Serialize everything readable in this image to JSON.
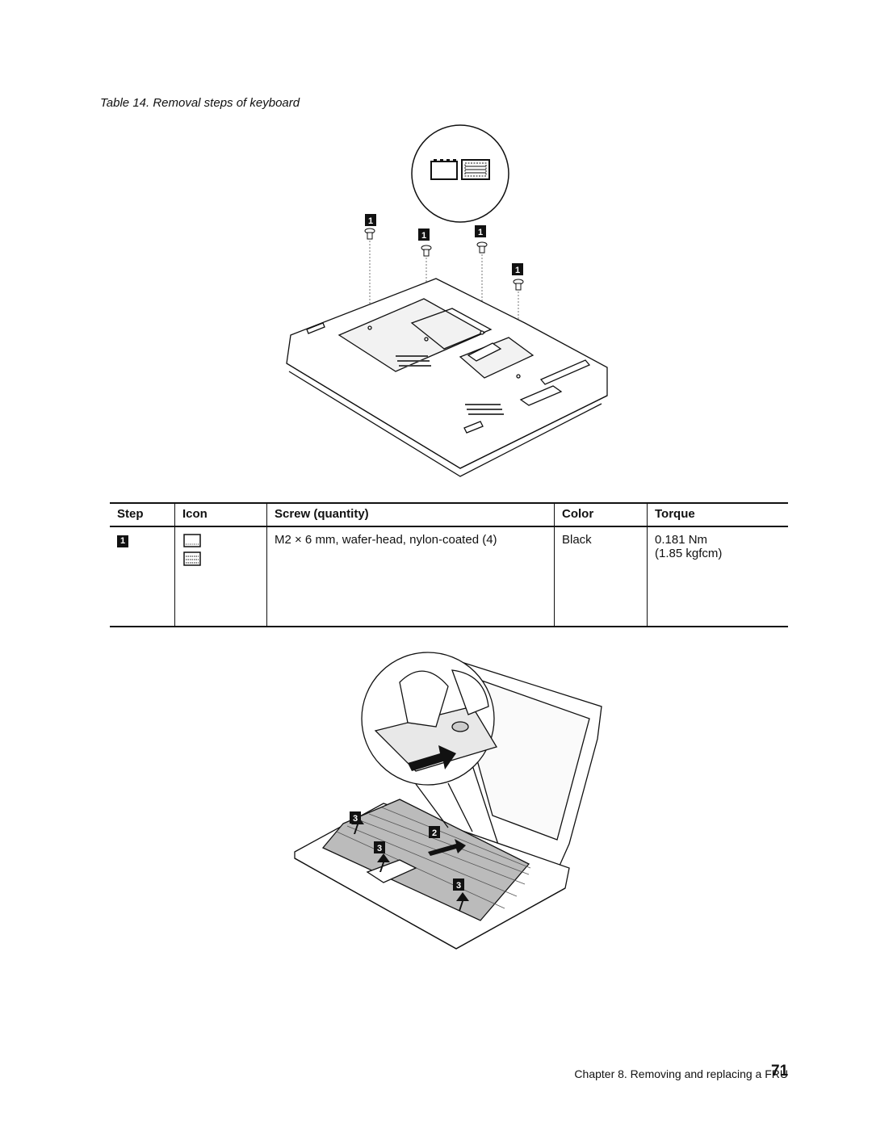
{
  "caption": "Table 14.  Removal steps of keyboard",
  "figure1": {
    "callouts": [
      "1",
      "1",
      "1",
      "1"
    ],
    "inset_icons": [
      "bottom-cover-icon",
      "keyboard-icon"
    ]
  },
  "table": {
    "headers": [
      "Step",
      "Icon",
      "Screw (quantity)",
      "Color",
      "Torque"
    ],
    "rows": [
      {
        "step": "1",
        "icons": [
          "bottom-cover-icon",
          "keyboard-icon"
        ],
        "screw": "M2 × 6 mm, wafer-head, nylon-coated (4)",
        "color": "Black",
        "torque_line1": "0.181 Nm",
        "torque_line2": "(1.85 kgfcm)"
      }
    ]
  },
  "figure2": {
    "callouts": [
      "3",
      "2",
      "3",
      "3"
    ]
  },
  "footer": {
    "chapter": "Chapter 8.  Removing and replacing a FRU",
    "page": "71"
  }
}
